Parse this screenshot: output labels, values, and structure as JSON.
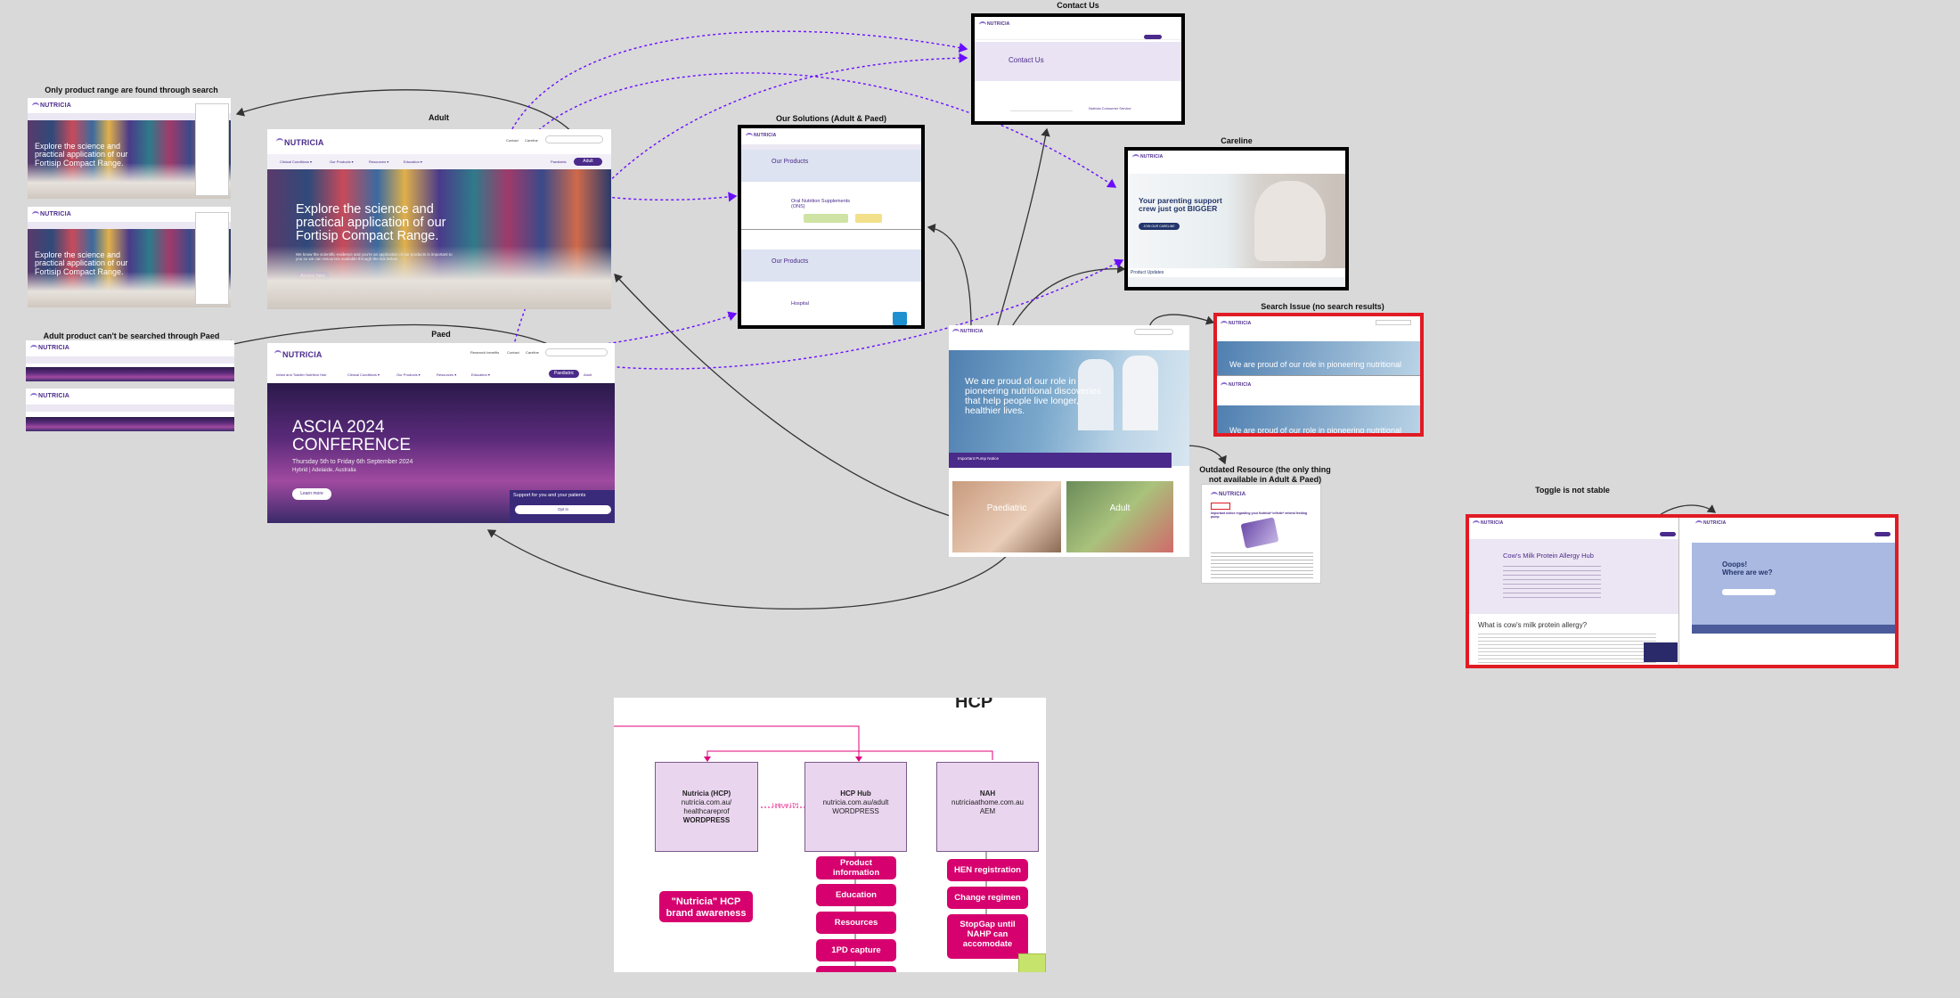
{
  "labels": {
    "search_range": "Only product range are found through search",
    "adult": "Adult",
    "solutions": "Our Solutions (Adult & Paed)",
    "contact": "Contact Us",
    "careline": "Careline",
    "search_issue": "Search Issue (no search results)",
    "adult_search": "Adult product can't be searched through Paed",
    "paed": "Paed",
    "outdated": "Outdated Resource (the only thing not available in Adult & Paed)",
    "toggle": "Toggle is not stable"
  },
  "brand": {
    "logo": "NUTRICIA",
    "accent": "#4a2a8a",
    "highlight": "#d6006e",
    "arrow": "#6a0dff",
    "error": "#e01b24"
  },
  "adult": {
    "hero_title": "Explore the science and practical application of our Fortisip Compact Range.",
    "hero_sub": "We know the scientific evidence and you're an application of our products is important to you so we can resources available through the link below.",
    "cta": "Access here",
    "top_links": [
      "Contact",
      "Careline"
    ],
    "nav": [
      "Clinical Conditions ▾",
      "Our Products ▾",
      "Resources ▾",
      "Education ▾"
    ],
    "toggle": [
      "Paediatric",
      "Adult"
    ]
  },
  "small_hero": "Explore the science and practical application of our Fortisip Compact Range.",
  "paed": {
    "hero_title": "ASCIA 2024 CONFERENCE",
    "hero_sub": "Thursday 5th to Friday 6th September 2024",
    "hero_place": "Hybrid | Adelaide, Australia",
    "cta": "Learn more",
    "support": "Support for you and your patients",
    "support_btn": "Opt in",
    "top_links": [
      "Research benefits",
      "Contact",
      "Careline"
    ],
    "nav": [
      "Infant and Toddler Nutrition Hub",
      "Clinical Conditions ▾",
      "Our Products ▾",
      "Resources ▾",
      "Education ▾"
    ],
    "toggle": [
      "Paediatric",
      "Adult"
    ]
  },
  "solutions": {
    "title": "Our Products",
    "oral": "Oral Nutrition Supplements (ONS)",
    "hospital": "Hospital"
  },
  "contact": {
    "title": "Contact Us",
    "service": "Nutricia Consumer Service"
  },
  "careline": {
    "title_1": "Your parenting support",
    "title_2": "crew just got BIGGER",
    "cta": "JOIN OUR CARELINE",
    "bottom": "Product Updates"
  },
  "home": {
    "hero": "We are proud of our role in pioneering nutritional discoveries that help people live longer, healthier lives.",
    "notice": "Important Pump Notice",
    "cards": [
      "Paediatric",
      "Adult"
    ]
  },
  "search_issue": {
    "text": "We are proud of our role in pioneering nutritional"
  },
  "outdated": {
    "doc_title": "Important notice regarding your Nutricia* infinite* enteral feeding pump"
  },
  "toggle_frame": {
    "left_title": "Cow's Milk Protein Allergy Hub",
    "left_q": "What is cow's milk protein allergy?",
    "right_title_1": "Ooops!",
    "right_title_2": "Where are we?"
  },
  "hcp": {
    "title": "HCP",
    "box1": {
      "name": "Nutricia (HCP)",
      "url1": "nutricia.com.au/",
      "url2": "healthcareprof",
      "platform": "WORDPRESS"
    },
    "box2": {
      "name": "HCP Hub",
      "url": "nutricia.com.au/adult",
      "platform": "WORDPRESS"
    },
    "box3": {
      "name": "NAH",
      "url": "nutriciaathome.com.au",
      "platform": "AEM"
    },
    "link_label": "Links as LTH",
    "hub_items": [
      "Product information",
      "Education",
      "Resources",
      "1PD capture"
    ],
    "nah_items": [
      "HEN registration",
      "Change regimen",
      "StopGap until NAHP can accomodate"
    ],
    "awareness": "\"Nutricia\" HCP brand awareness"
  }
}
